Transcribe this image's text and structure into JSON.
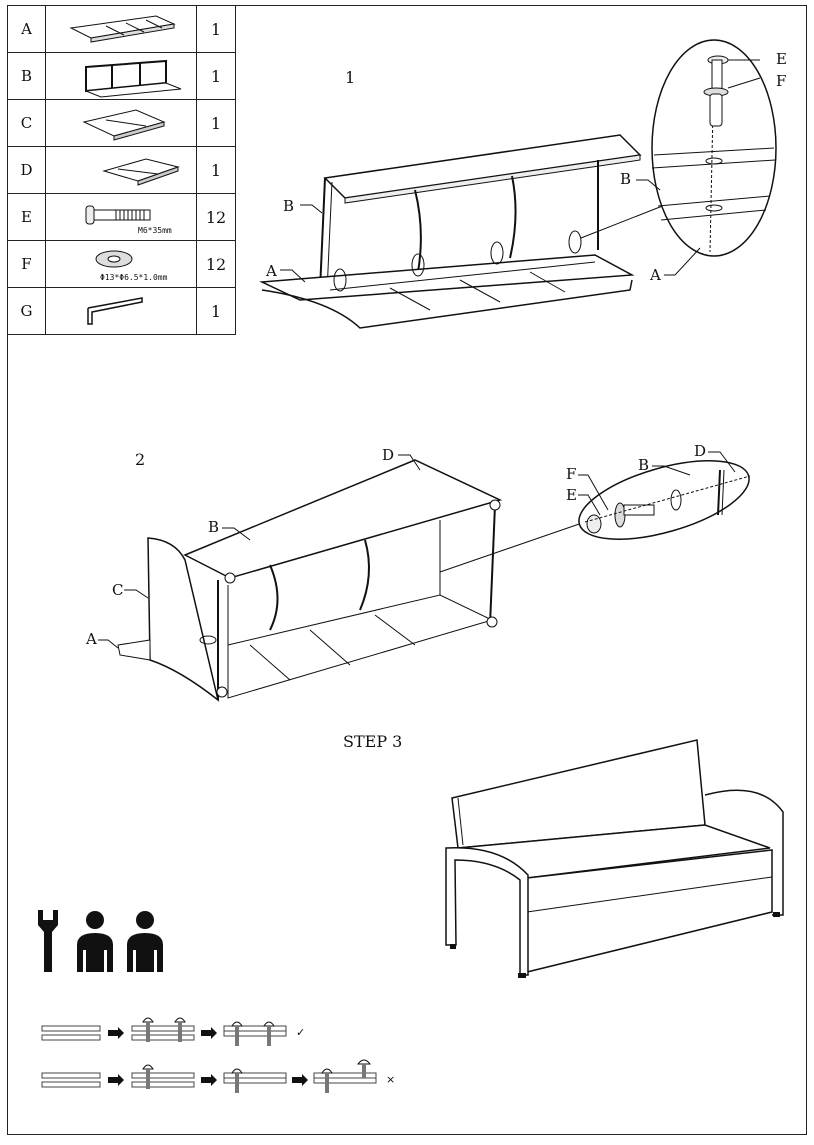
{
  "parts": [
    {
      "letter": "A",
      "qty": "1"
    },
    {
      "letter": "B",
      "qty": "1"
    },
    {
      "letter": "C",
      "qty": "1"
    },
    {
      "letter": "D",
      "qty": "1"
    },
    {
      "letter": "E",
      "qty": "12",
      "spec": "M6*35mm"
    },
    {
      "letter": "F",
      "qty": "12",
      "spec": "Φ13*Φ6.5*1.0mm"
    },
    {
      "letter": "G",
      "qty": "1"
    }
  ],
  "step1": {
    "number": "1",
    "labels": {
      "B": "B",
      "A": "A"
    },
    "detail_labels": {
      "E": "E",
      "F": "F",
      "B": "B",
      "A": "A"
    }
  },
  "step2": {
    "number": "2",
    "labels": {
      "D": "D",
      "B": "B",
      "C": "C",
      "A": "A"
    },
    "detail_labels": {
      "F": "F",
      "E": "E",
      "B": "B",
      "D": "D"
    }
  },
  "step3": {
    "label": "STEP   3"
  },
  "tightening": {
    "correct_mark": "✓",
    "wrong_mark": "×"
  },
  "icons": [
    "wrench-icon",
    "person-icon",
    "person-icon"
  ]
}
